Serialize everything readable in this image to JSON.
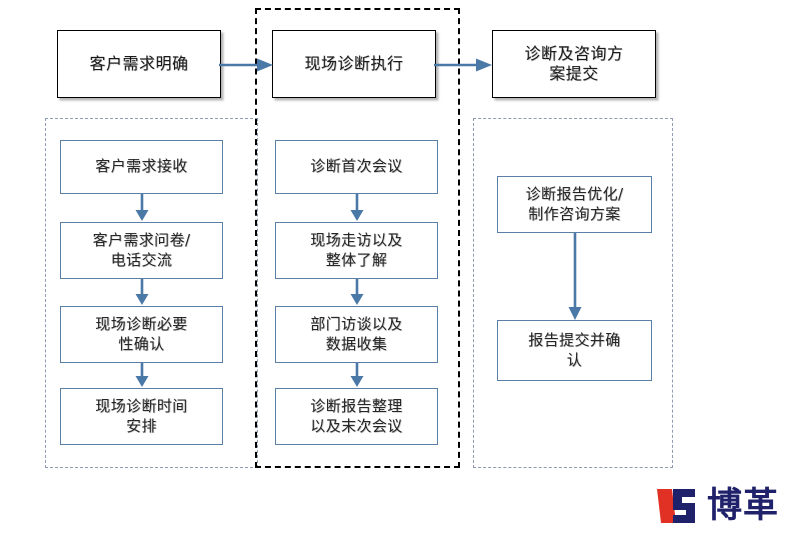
{
  "diagram": {
    "title_boxes": [
      {
        "id": "phase-1-header",
        "label": "客户需求明确"
      },
      {
        "id": "phase-2-header",
        "label": "现场诊断执行"
      },
      {
        "id": "phase-3-header",
        "label": "诊断及咨询方\n案提交"
      }
    ],
    "columns": [
      {
        "id": "phase-1-steps",
        "border_style": "gray-dashed",
        "steps": [
          {
            "id": "step-1-1",
            "label": "客户需求接收"
          },
          {
            "id": "step-1-2",
            "label": "客户需求问卷/\n电话交流"
          },
          {
            "id": "step-1-3",
            "label": "现场诊断必要\n性确认"
          },
          {
            "id": "step-1-4",
            "label": "现场诊断时间\n安排"
          }
        ]
      },
      {
        "id": "phase-2-steps",
        "border_style": "black-dashed",
        "steps": [
          {
            "id": "step-2-1",
            "label": "诊断首次会议"
          },
          {
            "id": "step-2-2",
            "label": "现场走访以及\n整体了解"
          },
          {
            "id": "step-2-3",
            "label": "部门访谈以及\n数据收集"
          },
          {
            "id": "step-2-4",
            "label": "诊断报告整理\n以及末次会议"
          }
        ]
      },
      {
        "id": "phase-3-steps",
        "border_style": "gray-dashed",
        "steps": [
          {
            "id": "step-3-1",
            "label": "诊断报告优化/\n制作咨询方案"
          },
          {
            "id": "step-3-2",
            "label": "报告提交并确\n认"
          }
        ]
      }
    ]
  },
  "logo": {
    "wordmark": "博革",
    "mark_left_color": "#e03124",
    "mark_right_color": "#20216b",
    "wordmark_color": "#20216b"
  },
  "colors": {
    "arrow": "#4a79a8",
    "step_border": "#5b7fa6",
    "header_border": "#000000",
    "group_gray": "#8f9bb3",
    "group_black": "#000000",
    "background": "#ffffff"
  }
}
